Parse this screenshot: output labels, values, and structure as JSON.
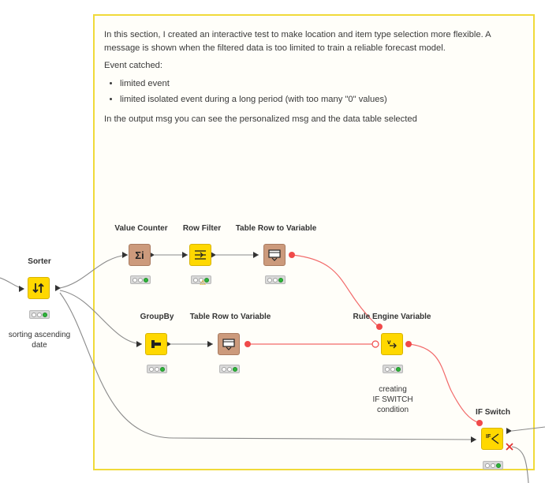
{
  "annotation": {
    "paragraph1": "In this section, I created an interactive test to make location and item type selection more flexible. A message is shown when the filtered data is too limited to train a reliable forecast model.",
    "paragraph2": "Event catched:",
    "bullets": [
      "limited event",
      "limited isolated event during a long period (with too many \"0\" values)"
    ],
    "paragraph3": "In the output msg you can see the personalized msg and the data table selected"
  },
  "nodes": {
    "sorter": {
      "label": "Sorter",
      "description_line1": "sorting ascending",
      "description_line2": "date",
      "icon": "sort-icon"
    },
    "value_counter": {
      "label": "Value Counter",
      "icon": "sigma-icon"
    },
    "row_filter": {
      "label": "Row Filter",
      "icon": "filter-rows-icon"
    },
    "table_row_to_variable_1": {
      "label": "Table Row to Variable",
      "icon": "table-variable-icon"
    },
    "groupby": {
      "label": "GroupBy",
      "icon": "groupby-icon"
    },
    "table_row_to_variable_2": {
      "label": "Table Row to Variable",
      "icon": "table-variable-icon"
    },
    "rule_engine_variable": {
      "label": "Rule Engine Variable",
      "description_line1": "creating",
      "description_line2": "IF SWITCH",
      "description_line3": "condition",
      "icon": "rule-engine-icon"
    },
    "if_switch": {
      "label": "IF Switch",
      "icon": "if-switch-icon"
    }
  },
  "colors": {
    "annotation_border": "#f0da3a",
    "manipulator_node": "#ffd800",
    "converter_node": "#cc9a7c",
    "flow_variable_line": "#f04a4a",
    "status_green": "#2fb43a",
    "inactive_cross": "#e03030"
  }
}
